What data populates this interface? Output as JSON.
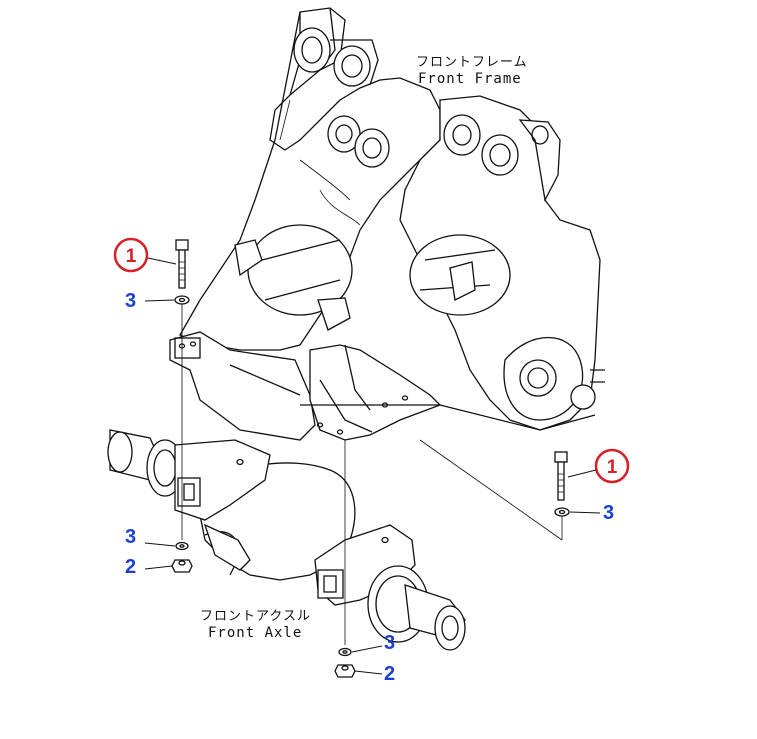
{
  "labels": {
    "front_frame_jp": "フロントフレーム",
    "front_frame_en": "Front Frame",
    "front_axle_jp": "フロントアクスル",
    "front_axle_en": "Front Axle"
  },
  "callouts": {
    "bolt_left": "1",
    "bolt_right": "1",
    "washer_upper_left": "3",
    "washer_upper_right": "3",
    "washer_lower_left": "3",
    "washer_lower_center": "3",
    "nut_left": "2",
    "nut_center": "2"
  },
  "colors": {
    "circled_callout": "#d81f26",
    "plain_callout": "#1a3fd1",
    "line": "#111111"
  }
}
